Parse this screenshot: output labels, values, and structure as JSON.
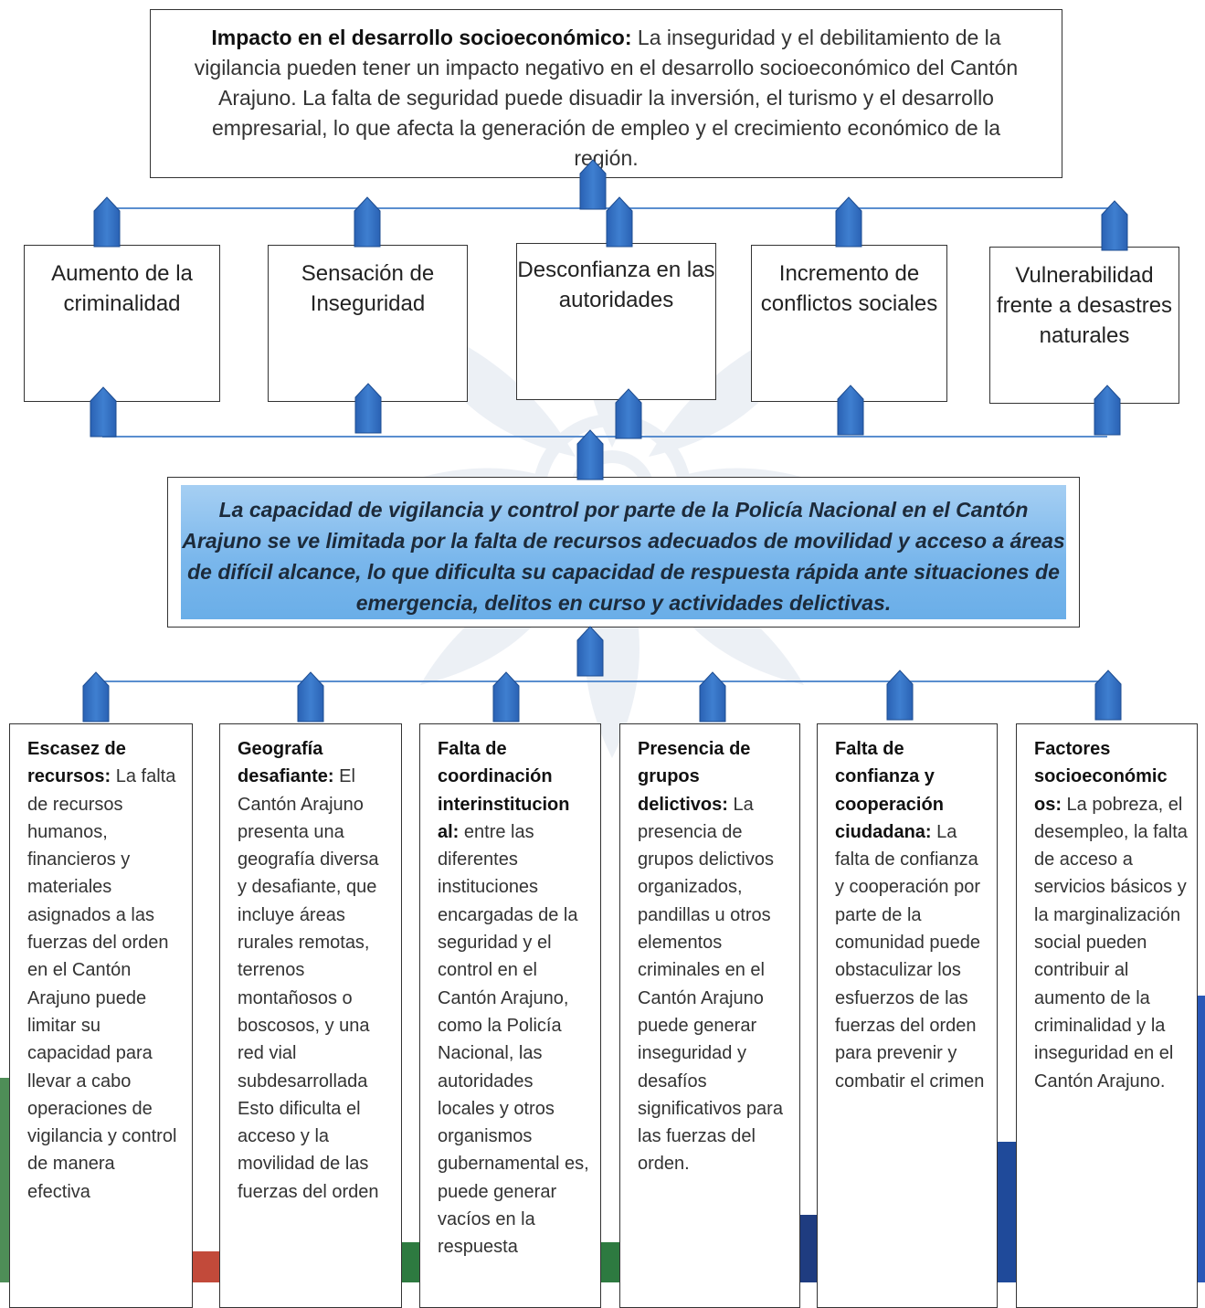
{
  "top": {
    "lead": "Impacto en el desarrollo socioeconómico:",
    "body": " La inseguridad y el debilitamiento de la vigilancia pueden tener un impacto negativo en el desarrollo socioeconómico del Cantón Arajuno. La falta de seguridad puede disuadir la inversión, el turismo y el desarrollo empresarial, lo que afecta la generación de empleo y el crecimiento económico de la región."
  },
  "effects": [
    "Aumento de la criminalidad",
    "Sensación de Inseguridad",
    "Desconfianza en las autoridades",
    "Incremento de conflictos sociales",
    "Vulnerabilidad frente a desastres naturales"
  ],
  "core": "La capacidad de vigilancia y control por parte de la Policía Nacional en el Cantón Arajuno se ve limitada por la falta de recursos adecuados de movilidad y acceso a áreas de difícil alcance, lo que dificulta su capacidad de respuesta rápida ante situaciones de emergencia, delitos en curso y actividades delictivas.",
  "causes": [
    {
      "lead": "Escasez de recursos:",
      "body": " La falta de recursos humanos, financieros y materiales asignados a las fuerzas del orden en el Cantón Arajuno puede limitar su capacidad para llevar a cabo operaciones de vigilancia y control de manera efectiva"
    },
    {
      "lead": "Geografía desafiante:",
      "body": " El Cantón Arajuno presenta una geografía diversa y desafiante, que incluye áreas rurales remotas, terrenos montañosos o boscosos, y una red vial subdesarrollada Esto dificulta el acceso y la movilidad de las fuerzas del orden"
    },
    {
      "lead": "Falta de coordinación interinstitucion al:",
      "body": " entre las diferentes instituciones encargadas de la seguridad y el control en el Cantón Arajuno, como la Policía Nacional, las autoridades locales y otros organismos gubernamental es, puede generar vacíos en la respuesta"
    },
    {
      "lead": "Presencia de grupos delictivos:",
      "body": " La presencia de grupos delictivos organizados, pandillas u otros elementos criminales en el Cantón Arajuno puede generar inseguridad y desafíos significativos para las fuerzas del orden."
    },
    {
      "lead": "Falta de confianza y cooperación ciudadana:",
      "body": " La falta de confianza y cooperación por parte de la comunidad puede obstaculizar los esfuerzos de las fuerzas del orden para prevenir y combatir el crimen"
    },
    {
      "lead": "Factores socioeconómic os:",
      "body": " La pobreza, el desempleo, la falta de acceso a servicios básicos y la marginalización social pueden contribuir al aumento de la criminalidad y la inseguridad en el Cantón Arajuno."
    }
  ]
}
